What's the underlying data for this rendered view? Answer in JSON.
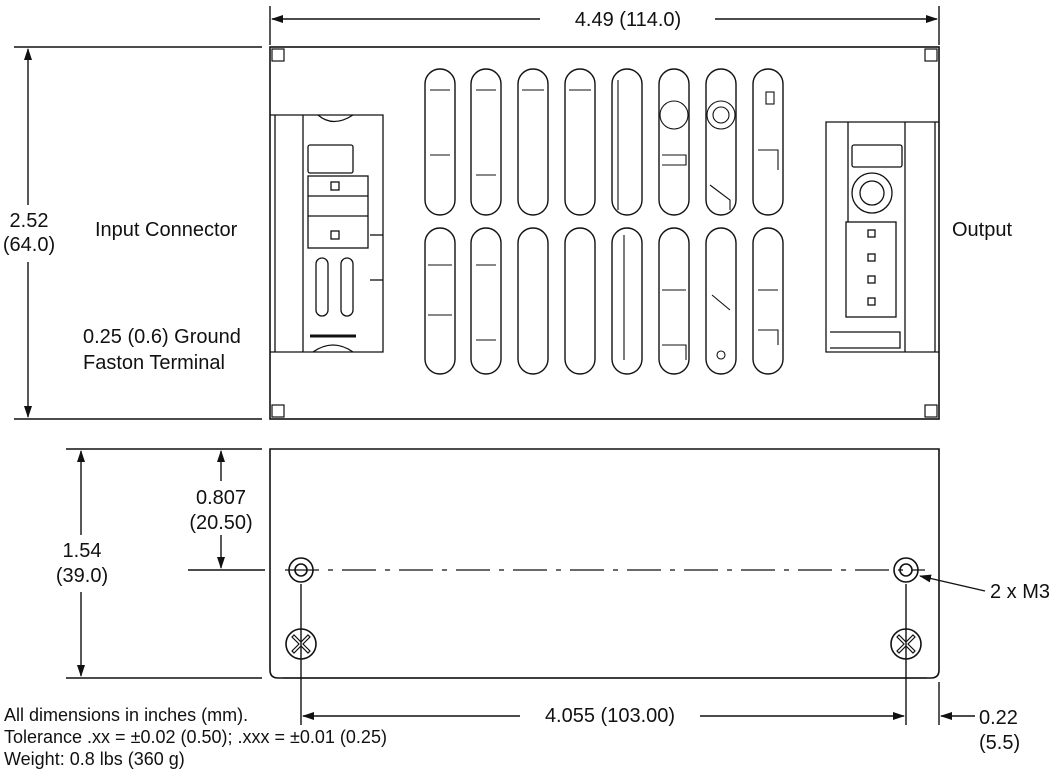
{
  "dimensions": {
    "overall_length": "4.49 (114.0)",
    "height_in": "2.52",
    "height_mm": "(64.0)",
    "side_height_in": "1.54",
    "side_height_mm": "(39.0)",
    "hole_height_in": "0.807",
    "hole_height_mm": "(20.50)",
    "hole_spacing": "4.055 (103.00)",
    "hole_offset_in": "0.22",
    "hole_offset_mm": "(5.5)"
  },
  "labels": {
    "input_connector": "Input Connector",
    "ground_line1": "0.25 (0.6) Ground",
    "ground_line2": "Faston Terminal",
    "output": "Output",
    "mount_holes": "2 x M3"
  },
  "notes": [
    "All dimensions in inches (mm).",
    "Tolerance .xx = ±0.02 (0.50); .xxx = ±0.01 (0.25)",
    "Weight: 0.8 lbs (360 g)"
  ]
}
